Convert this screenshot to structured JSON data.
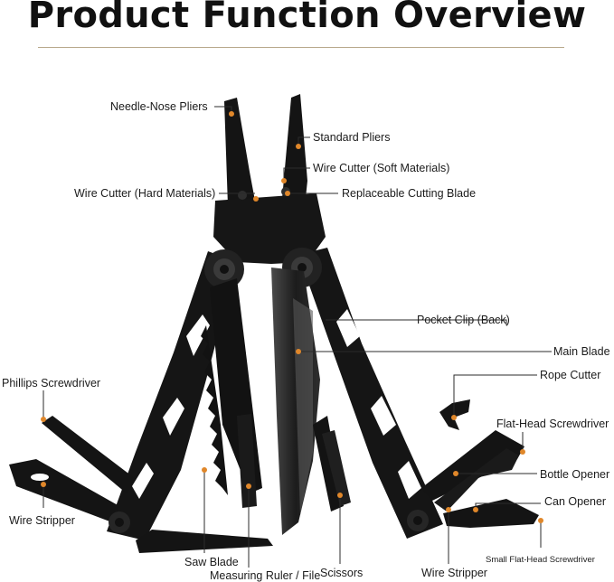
{
  "title": "Product Function Overview",
  "labels": {
    "needle_nose_pliers": "Needle-Nose Pliers",
    "standard_pliers": "Standard Pliers",
    "wire_cutter_soft": "Wire Cutter (Soft Materials)",
    "wire_cutter_hard": "Wire Cutter (Hard Materials)",
    "replaceable_cutting_blade": "Replaceable Cutting Blade",
    "pocket_clip": "Pocket Clip (Back)",
    "main_blade": "Main Blade",
    "rope_cutter": "Rope Cutter",
    "phillips_screwdriver": "Phillips Screwdriver",
    "flat_head_screwdriver": "Flat-Head Screwdriver",
    "bottle_opener": "Bottle Opener",
    "wire_stripper_left": "Wire Stripper",
    "can_opener": "Can Opener",
    "saw_blade": "Saw Blade",
    "small_flat_head_screwdriver": "Small Flat-Head Screwdriver",
    "measuring_ruler": "Measuring Ruler / File",
    "scissors": "Scissors",
    "wire_stripper_right": "Wire Stripper"
  },
  "colors": {
    "tool_body": "#141414",
    "tool_highlight": "#3a3a3a",
    "marker": "#e0872a",
    "leader_line": "#2b2b2b",
    "title_rule": "#b8a98c"
  }
}
